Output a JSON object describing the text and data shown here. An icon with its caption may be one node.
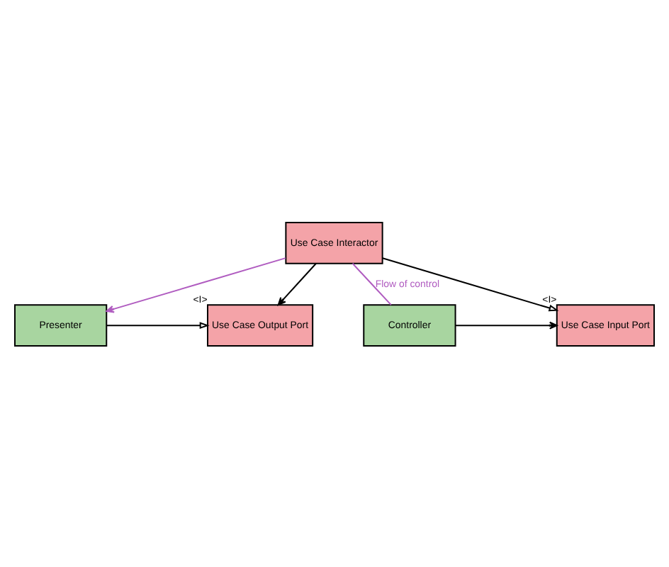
{
  "diagram": {
    "nodes": [
      {
        "text": [
          "Presenter"
        ]
      },
      {
        "text": [
          "Use Case Output Port"
        ],
        "beside": [
          "<I>"
        ]
      },
      {
        "text": [
          "Use Case Interactor"
        ]
      },
      {
        "text": [
          "Controller"
        ]
      },
      {
        "text": [
          "Use Case Input Port"
        ],
        "beside": [
          "<I>"
        ]
      }
    ],
    "edges": [
      {
        "from": 0,
        "to": 1,
        "arrow": "to"
      },
      {
        "from": 2,
        "to": 1,
        "arrow": "to"
      },
      {
        "from": 2,
        "to": 4,
        "arrow": "to"
      },
      {
        "from": 3,
        "to": 4,
        "arrow": "to"
      },
      {
        "from": 3,
        "to": 2,
        "arrow": "none",
        "label": "Flow of control",
        "color": "#b05cc0"
      },
      {
        "from": 2,
        "to": 0,
        "arrow": "to",
        "color": "#b05cc0"
      }
    ]
  }
}
